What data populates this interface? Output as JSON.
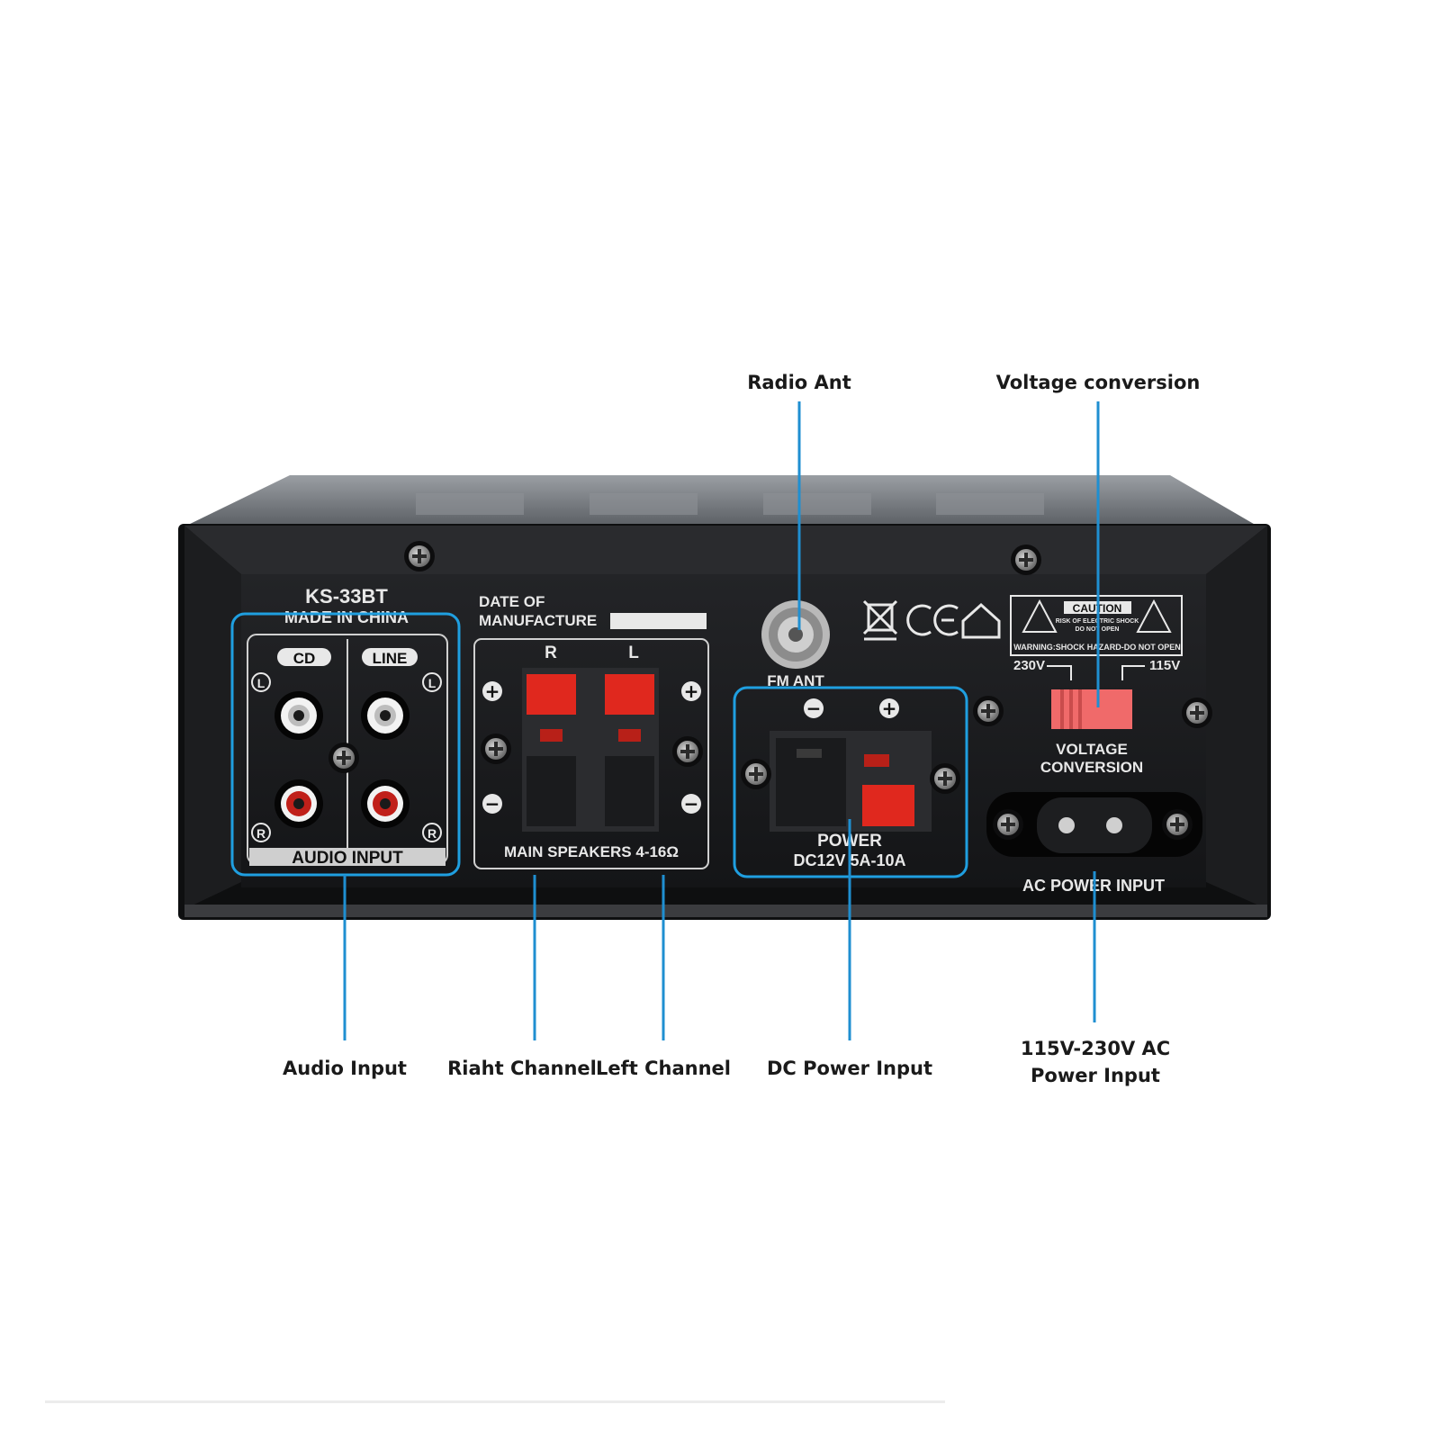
{
  "callouts": {
    "radio_ant": "Radio Ant",
    "voltage_conversion": "Voltage conversion",
    "audio_input": "Audio Input",
    "right_channel": "Riaht Channel",
    "left_channel": "Left Channel",
    "dc_power_input": "DC Power Input",
    "ac_power_line1": "115V-230V AC",
    "ac_power_line2": "Power Input"
  },
  "panel": {
    "model": "KS-33BT",
    "made_in": "MADE IN CHINA",
    "date_label_1": "DATE OF",
    "date_label_2": "MANUFACTURE",
    "cd": "CD",
    "line": "LINE",
    "l": "L",
    "r": "R",
    "audio_input": "AUDIO INPUT",
    "speaker_r": "R",
    "speaker_l": "L",
    "plus": "+",
    "minus": "−",
    "main_speakers": "MAIN SPEAKERS 4-16Ω",
    "fm_ant": "FM ANT",
    "caution": "CAUTION",
    "caution_sub1": "RISK OF ELECTRIC SHOCK",
    "caution_sub2": "DO NOT OPEN",
    "warning": "WARNING:SHOCK HAZARD-DO NOT OPEN",
    "v230": "230V",
    "v115": "115V",
    "voltage_1": "VOLTAGE",
    "voltage_2": "CONVERSION",
    "power": "POWER",
    "dc_spec": "DC12V 5A-10A",
    "ac_power_input": "AC POWER INPUT"
  },
  "colors": {
    "accent_blue": "#1f9fe0",
    "chassis": "#1b1c1e",
    "terminal_red": "#e0281e",
    "switch_pink": "#f06a6a"
  }
}
